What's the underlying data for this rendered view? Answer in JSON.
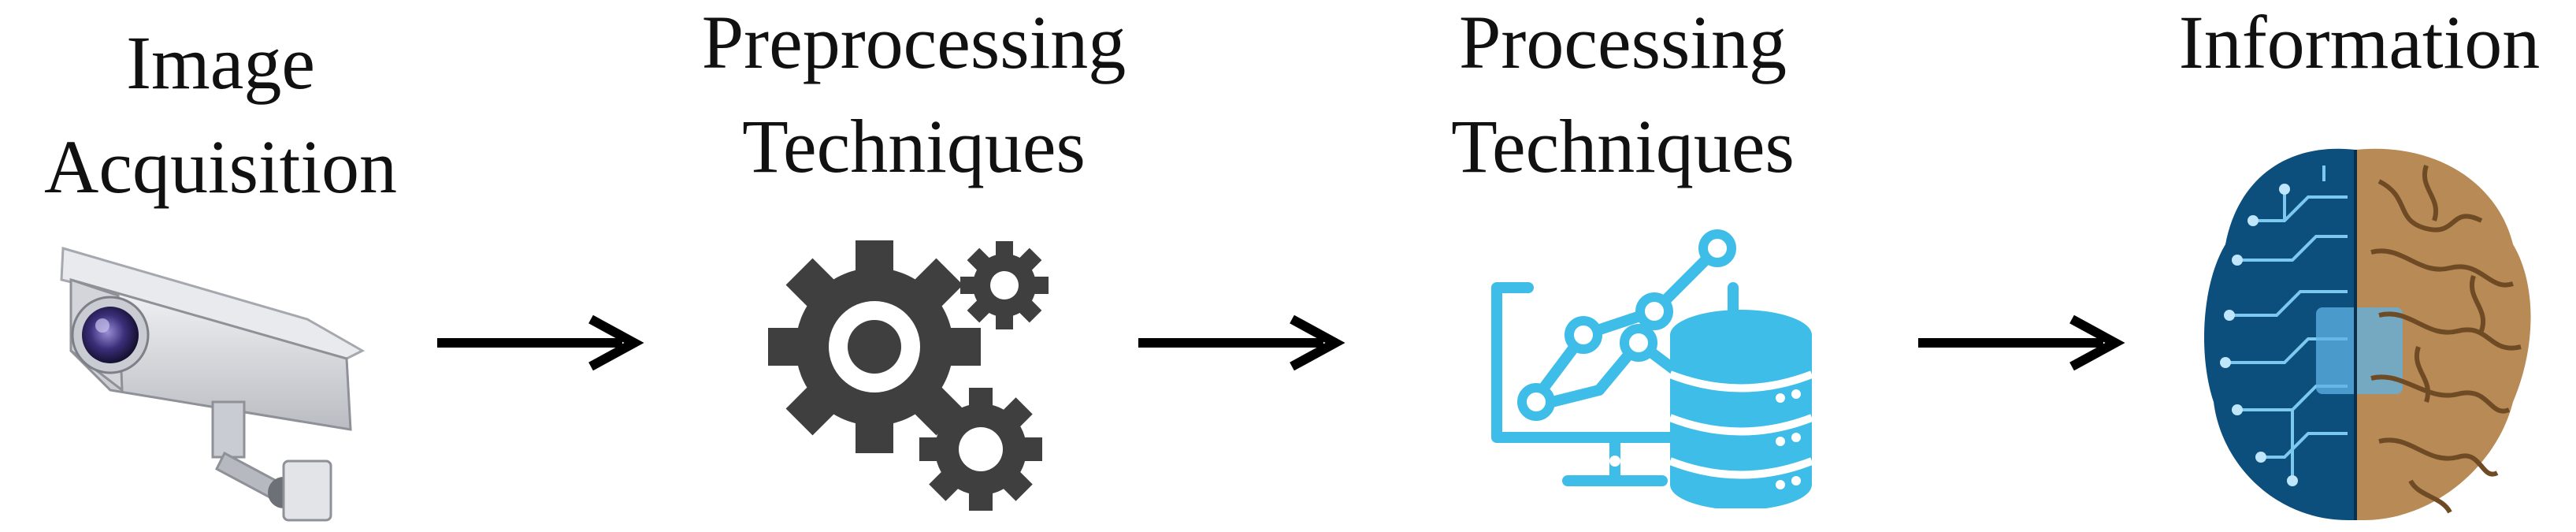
{
  "stages": [
    {
      "line1": "Image",
      "line2": "Acquisition",
      "icon": "security-camera-icon"
    },
    {
      "line1": "Preprocessing",
      "line2": "Techniques",
      "icon": "gears-icon"
    },
    {
      "line1": "Processing",
      "line2": "Techniques",
      "icon": "analytics-database-icon"
    },
    {
      "line1": "Information",
      "line2": "",
      "icon": "brain-circuit-icon"
    }
  ],
  "colors": {
    "text": "#111111",
    "arrow": "#000000",
    "gears": "#3f3f3f",
    "analytics": "#3ebde8",
    "brain_circuit": "#0c4f7c",
    "brain_tissue": "#b88a55"
  }
}
